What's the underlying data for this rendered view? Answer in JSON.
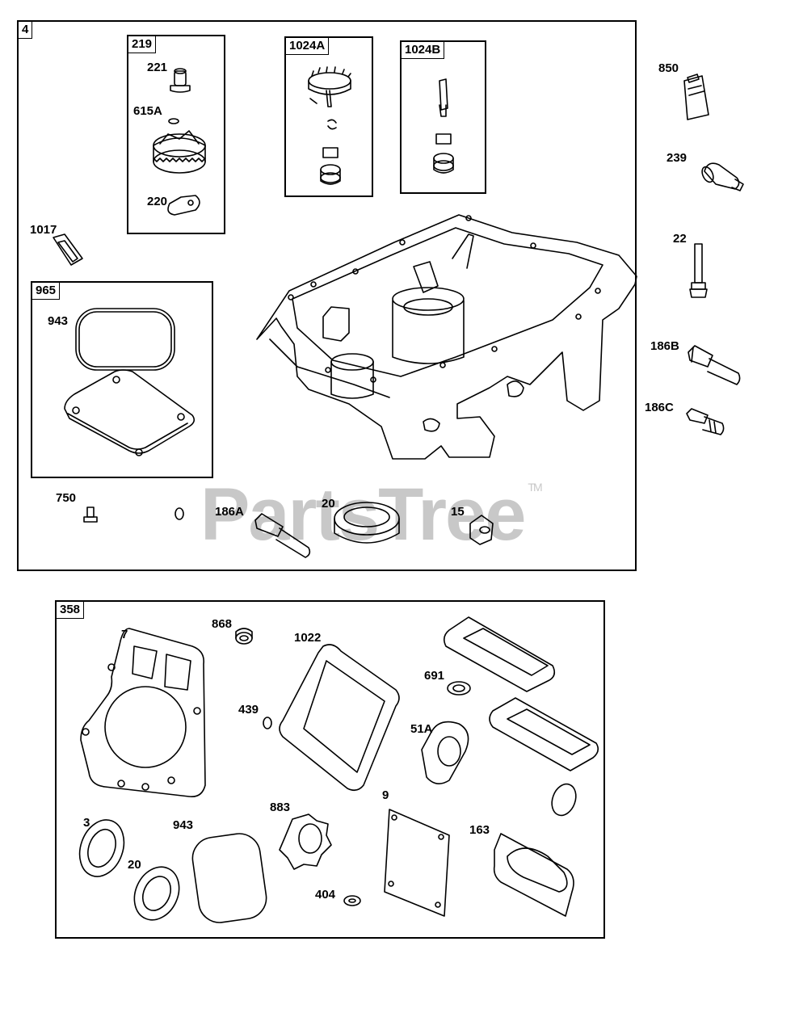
{
  "watermark": {
    "text": "PartsTree",
    "tm": "TM"
  },
  "sections": {
    "main": {
      "tag": "4"
    },
    "s219": {
      "tag": "219"
    },
    "s1024a": {
      "tag": "1024A"
    },
    "s1024b": {
      "tag": "1024B"
    },
    "s965": {
      "tag": "965"
    },
    "s358": {
      "tag": "358"
    }
  },
  "labels": {
    "p221": "221",
    "p615a": "615A",
    "p220": "220",
    "p850": "850",
    "p239": "239",
    "p22": "22",
    "p186b": "186B",
    "p186c": "186C",
    "p1017": "1017",
    "p943a": "943",
    "p750": "750",
    "p186a": "186A",
    "p20a": "20",
    "p15": "15",
    "p7": "7",
    "p868": "868",
    "p1022": "1022",
    "p691": "691",
    "p439": "439",
    "p51a": "51A",
    "p3": "3",
    "p20b": "20",
    "p943b": "943",
    "p883": "883",
    "p9": "9",
    "p163": "163",
    "p404": "404"
  }
}
